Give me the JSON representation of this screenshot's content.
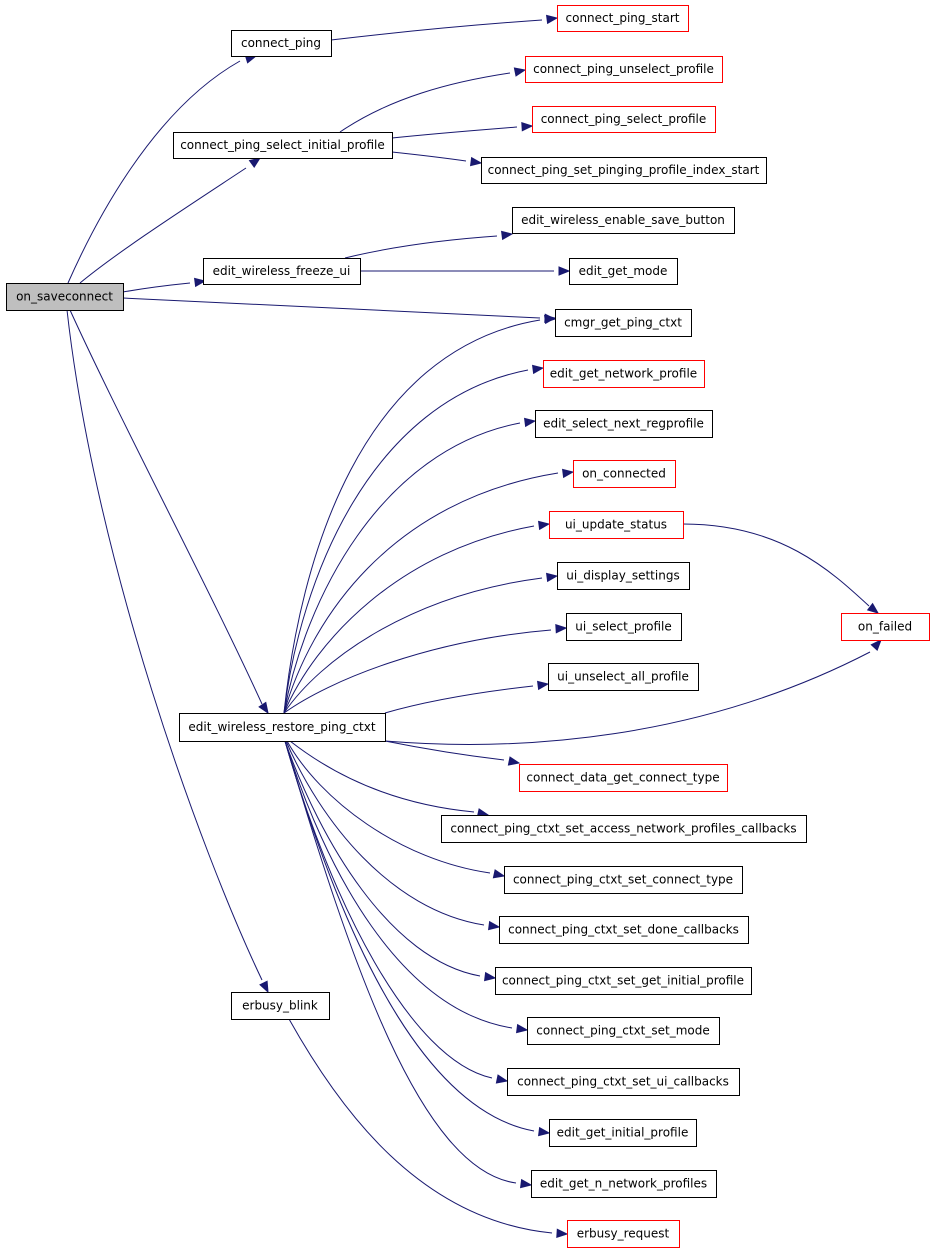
{
  "colors": {
    "edge": "#191970",
    "root_fill": "#bfbfbf",
    "node_fill": "#ffffff",
    "documented_border": "#000000",
    "undocumented_border": "#ff0000"
  },
  "nodes": {
    "on_saveconnect": {
      "label": "on_saveconnect",
      "style": "root"
    },
    "connect_ping": {
      "label": "connect_ping",
      "style": "black"
    },
    "connect_ping_start": {
      "label": "connect_ping_start",
      "style": "red"
    },
    "connect_ping_select_initial_profile": {
      "label": "connect_ping_select_initial_profile",
      "style": "black"
    },
    "connect_ping_unselect_profile": {
      "label": "connect_ping_unselect_profile",
      "style": "red"
    },
    "connect_ping_select_profile": {
      "label": "connect_ping_select_profile",
      "style": "red"
    },
    "connect_ping_set_pinging_profile_index_start": {
      "label": "connect_ping_set_pinging_profile_index_start",
      "style": "black"
    },
    "edit_wireless_enable_save_button": {
      "label": "edit_wireless_enable_save_button",
      "style": "black"
    },
    "edit_wireless_freeze_ui": {
      "label": "edit_wireless_freeze_ui",
      "style": "black"
    },
    "edit_get_mode": {
      "label": "edit_get_mode",
      "style": "black"
    },
    "cmgr_get_ping_ctxt": {
      "label": "cmgr_get_ping_ctxt",
      "style": "black"
    },
    "edit_get_network_profile": {
      "label": "edit_get_network_profile",
      "style": "red"
    },
    "edit_select_next_regprofile": {
      "label": "edit_select_next_regprofile",
      "style": "black"
    },
    "on_connected": {
      "label": "on_connected",
      "style": "red"
    },
    "ui_update_status": {
      "label": "ui_update_status",
      "style": "red"
    },
    "ui_display_settings": {
      "label": "ui_display_settings",
      "style": "black"
    },
    "on_failed": {
      "label": "on_failed",
      "style": "red"
    },
    "ui_select_profile": {
      "label": "ui_select_profile",
      "style": "black"
    },
    "ui_unselect_all_profile": {
      "label": "ui_unselect_all_profile",
      "style": "black"
    },
    "edit_wireless_restore_ping_ctxt": {
      "label": "edit_wireless_restore_ping_ctxt",
      "style": "black"
    },
    "connect_data_get_connect_type": {
      "label": "connect_data_get_connect_type",
      "style": "red"
    },
    "connect_ping_ctxt_set_access_network_profiles_callbacks": {
      "label": "connect_ping_ctxt_set_access_network_profiles_callbacks",
      "style": "black"
    },
    "connect_ping_ctxt_set_connect_type": {
      "label": "connect_ping_ctxt_set_connect_type",
      "style": "black"
    },
    "connect_ping_ctxt_set_done_callbacks": {
      "label": "connect_ping_ctxt_set_done_callbacks",
      "style": "black"
    },
    "connect_ping_ctxt_set_get_initial_profile": {
      "label": "connect_ping_ctxt_set_get_initial_profile",
      "style": "black"
    },
    "connect_ping_ctxt_set_mode": {
      "label": "connect_ping_ctxt_set_mode",
      "style": "black"
    },
    "connect_ping_ctxt_set_ui_callbacks": {
      "label": "connect_ping_ctxt_set_ui_callbacks",
      "style": "black"
    },
    "edit_get_initial_profile": {
      "label": "edit_get_initial_profile",
      "style": "black"
    },
    "edit_get_n_network_profiles": {
      "label": "edit_get_n_network_profiles",
      "style": "black"
    },
    "erbusy_blink": {
      "label": "erbusy_blink",
      "style": "black"
    },
    "erbusy_request": {
      "label": "erbusy_request",
      "style": "red"
    }
  },
  "edges": [
    {
      "from": "on_saveconnect",
      "to": "connect_ping"
    },
    {
      "from": "on_saveconnect",
      "to": "connect_ping_select_initial_profile"
    },
    {
      "from": "on_saveconnect",
      "to": "edit_wireless_freeze_ui"
    },
    {
      "from": "on_saveconnect",
      "to": "cmgr_get_ping_ctxt"
    },
    {
      "from": "on_saveconnect",
      "to": "edit_wireless_restore_ping_ctxt"
    },
    {
      "from": "on_saveconnect",
      "to": "erbusy_blink"
    },
    {
      "from": "connect_ping",
      "to": "connect_ping_start"
    },
    {
      "from": "connect_ping_select_initial_profile",
      "to": "connect_ping_unselect_profile"
    },
    {
      "from": "connect_ping_select_initial_profile",
      "to": "connect_ping_select_profile"
    },
    {
      "from": "connect_ping_select_initial_profile",
      "to": "connect_ping_set_pinging_profile_index_start"
    },
    {
      "from": "edit_wireless_freeze_ui",
      "to": "edit_wireless_enable_save_button"
    },
    {
      "from": "edit_wireless_freeze_ui",
      "to": "edit_get_mode"
    },
    {
      "from": "edit_wireless_restore_ping_ctxt",
      "to": "cmgr_get_ping_ctxt"
    },
    {
      "from": "edit_wireless_restore_ping_ctxt",
      "to": "edit_get_network_profile"
    },
    {
      "from": "edit_wireless_restore_ping_ctxt",
      "to": "edit_select_next_regprofile"
    },
    {
      "from": "edit_wireless_restore_ping_ctxt",
      "to": "on_connected"
    },
    {
      "from": "edit_wireless_restore_ping_ctxt",
      "to": "ui_update_status"
    },
    {
      "from": "edit_wireless_restore_ping_ctxt",
      "to": "ui_display_settings"
    },
    {
      "from": "edit_wireless_restore_ping_ctxt",
      "to": "ui_select_profile"
    },
    {
      "from": "edit_wireless_restore_ping_ctxt",
      "to": "ui_unselect_all_profile"
    },
    {
      "from": "edit_wireless_restore_ping_ctxt",
      "to": "on_failed"
    },
    {
      "from": "ui_update_status",
      "to": "on_failed"
    },
    {
      "from": "edit_wireless_restore_ping_ctxt",
      "to": "connect_data_get_connect_type"
    },
    {
      "from": "edit_wireless_restore_ping_ctxt",
      "to": "connect_ping_ctxt_set_access_network_profiles_callbacks"
    },
    {
      "from": "edit_wireless_restore_ping_ctxt",
      "to": "connect_ping_ctxt_set_connect_type"
    },
    {
      "from": "edit_wireless_restore_ping_ctxt",
      "to": "connect_ping_ctxt_set_done_callbacks"
    },
    {
      "from": "edit_wireless_restore_ping_ctxt",
      "to": "connect_ping_ctxt_set_get_initial_profile"
    },
    {
      "from": "edit_wireless_restore_ping_ctxt",
      "to": "connect_ping_ctxt_set_mode"
    },
    {
      "from": "edit_wireless_restore_ping_ctxt",
      "to": "connect_ping_ctxt_set_ui_callbacks"
    },
    {
      "from": "edit_wireless_restore_ping_ctxt",
      "to": "edit_get_initial_profile"
    },
    {
      "from": "edit_wireless_restore_ping_ctxt",
      "to": "edit_get_n_network_profiles"
    },
    {
      "from": "erbusy_blink",
      "to": "erbusy_request"
    }
  ]
}
